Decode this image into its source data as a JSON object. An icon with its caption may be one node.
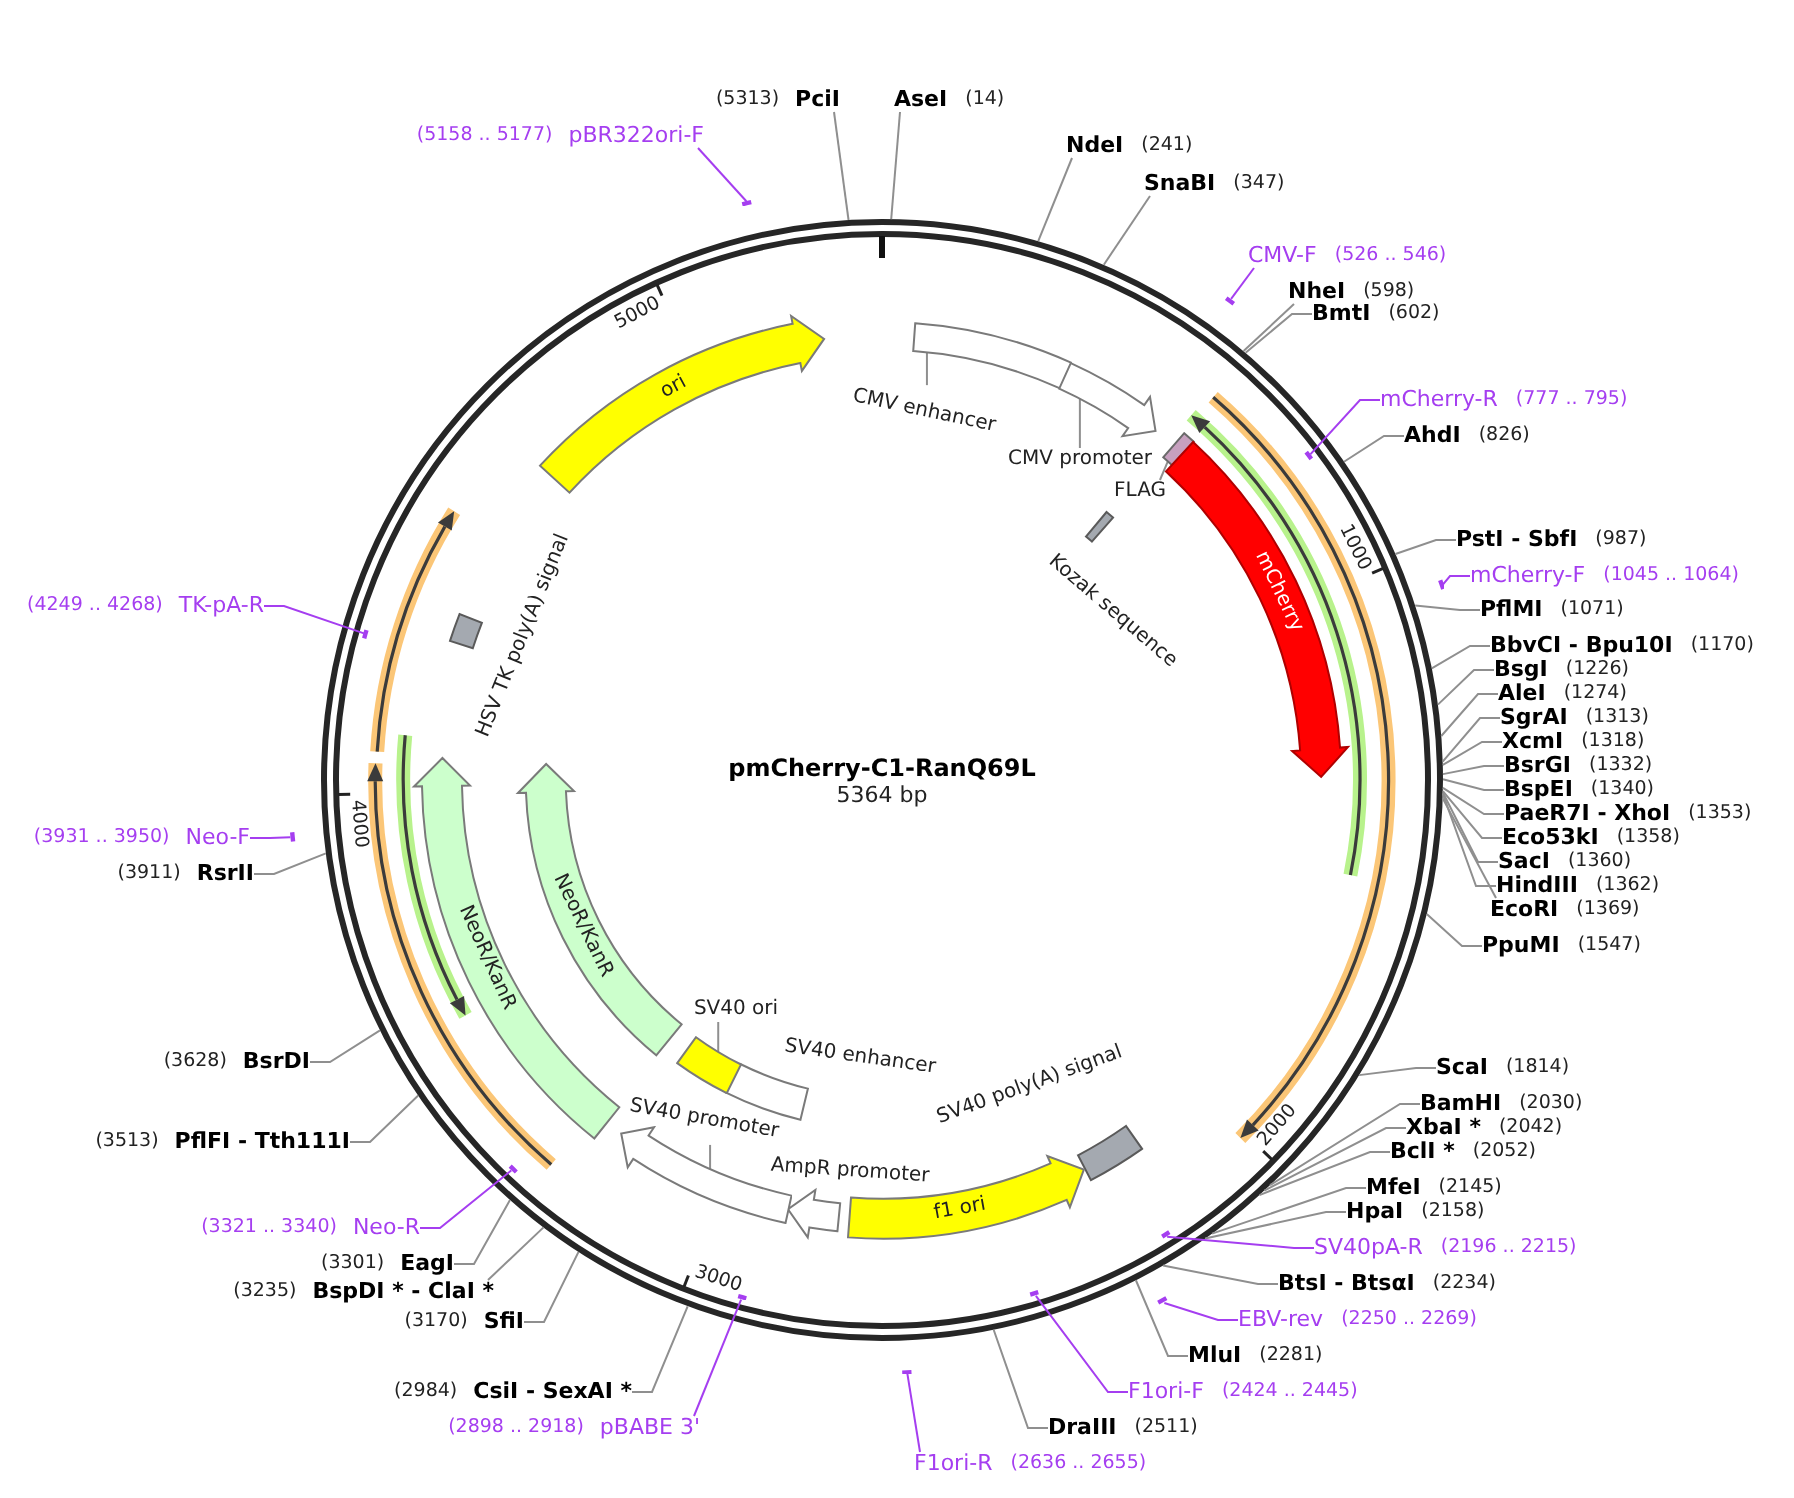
{
  "diagram": {
    "title": "pmCherry-C1-RanQ69L",
    "nodes": [
      {
        "text": [
          "(5313)",
          "PciI"
        ]
      },
      {
        "text": [
          "AseI",
          "(14)"
        ]
      },
      {
        "text": [
          "NdeI",
          "(241)"
        ]
      },
      {
        "text": [
          "SnaBI",
          "(347)"
        ]
      },
      {
        "text": [
          "CMV-F",
          "(526 .. 546)"
        ]
      },
      {
        "text": [],
        "shape": "bar"
      },
      {
        "text": [
          "NheI",
          "(598)"
        ]
      },
      {
        "text": [
          "BmtI",
          "(602)"
        ]
      },
      {
        "text": [
          "mCherry-R",
          "(777 .. 795)"
        ]
      },
      {
        "text": [],
        "shape": "bar"
      },
      {
        "text": [
          "AhdI",
          "(826)"
        ]
      },
      {
        "text": [
          "PstI - SbfI",
          "(987)"
        ]
      },
      {
        "text": [
          "mCherry-F",
          "(1045 .. 1064)"
        ]
      },
      {
        "text": [],
        "shape": "bar"
      },
      {
        "text": [
          "PflMI",
          "(1071)"
        ]
      },
      {
        "text": [
          "BbvCI - Bpu10I",
          "(1170)"
        ]
      },
      {
        "text": [
          "BsgI",
          "(1226)"
        ]
      },
      {
        "text": [
          "AleI",
          "(1274)"
        ]
      },
      {
        "text": [
          "SgrAI",
          "(1313)"
        ]
      },
      {
        "text": [
          "XcmI",
          "(1318)"
        ]
      },
      {
        "text": [
          "BsrGI",
          "(1332)"
        ]
      },
      {
        "text": [
          "BspEI",
          "(1340)"
        ]
      },
      {
        "text": [
          "PaeR7I - XhoI",
          "(1353)"
        ]
      },
      {
        "text": [
          "Eco53kI",
          "(1358)"
        ]
      },
      {
        "text": [
          "SacI",
          "(1360)"
        ]
      },
      {
        "text": [
          "HindIII",
          "(1362)"
        ]
      },
      {
        "text": [
          "EcoRI",
          "(1369)"
        ]
      },
      {
        "text": [
          "PpuMI",
          "(1547)"
        ]
      },
      {
        "text": [
          "ScaI",
          "(1814)"
        ]
      },
      {
        "text": [
          "BamHI",
          "(2030)"
        ]
      },
      {
        "text": [
          "XbaI *",
          "(2042)"
        ]
      },
      {
        "text": [
          "BclI *",
          "(2052)"
        ]
      },
      {
        "text": [
          "MfeI",
          "(2145)"
        ]
      },
      {
        "text": [
          "HpaI",
          "(2158)"
        ]
      },
      {
        "text": [
          "SV40pA-R",
          "(2196 .. 2215)"
        ]
      },
      {
        "text": [],
        "shape": "bar"
      },
      {
        "text": [
          "BtsI - BtsαI",
          "(2234)"
        ]
      },
      {
        "text": [
          "EBV-rev",
          "(2250 .. 2269)"
        ]
      },
      {
        "text": [],
        "shape": "bar"
      },
      {
        "text": [
          "MluI",
          "(2281)"
        ]
      },
      {
        "text": [
          "F1ori-F",
          "(2424 .. 2445)"
        ]
      },
      {
        "text": [],
        "shape": "bar"
      },
      {
        "text": [
          "DraIII",
          "(2511)"
        ]
      },
      {
        "text": [
          "F1ori-R",
          "(2636 .. 2655)"
        ]
      },
      {
        "text": [],
        "shape": "bar"
      },
      {
        "text": [
          "(2898 .. 2918)",
          "pBABE 3'"
        ]
      },
      {
        "text": [],
        "shape": "bar"
      },
      {
        "text": [
          "(2984)",
          "CsiI - SexAI *"
        ]
      },
      {
        "text": [
          "(3170)",
          "SfiI"
        ]
      },
      {
        "text": [
          "(3235)",
          "BspDI * - ClaI *"
        ]
      },
      {
        "text": [
          "(3301)",
          "EagI"
        ]
      },
      {
        "text": [
          "(3321 .. 3340)",
          "Neo-R"
        ]
      },
      {
        "text": [],
        "shape": "bar"
      },
      {
        "text": [
          "(3513)",
          "PflFI - Tth111I"
        ]
      },
      {
        "text": [
          "(3628)",
          "BsrDI"
        ]
      },
      {
        "text": [
          "(3911)",
          "RsrII"
        ]
      },
      {
        "text": [
          "(3931 .. 3950)",
          "Neo-F"
        ]
      },
      {
        "text": [],
        "shape": "bar"
      },
      {
        "text": [
          "(4249 .. 4268)",
          "TK-pA-R"
        ]
      },
      {
        "text": [],
        "shape": "bar"
      },
      {
        "text": [
          "(5158 .. 5177)",
          "pBR322ori-F"
        ]
      },
      {
        "text": [],
        "shape": "bar"
      },
      {
        "text": [
          "CMV enhancer"
        ]
      },
      {
        "text": [],
        "shape": "box"
      },
      {
        "text": [
          "CMV promoter"
        ]
      },
      {
        "text": [],
        "shape": "arrow"
      },
      {
        "text": [
          "FLAG"
        ]
      },
      {
        "text": [],
        "shape": "box"
      },
      {
        "text": [
          "Kozak sequence"
        ]
      },
      {
        "text": [
          "mCherry"
        ]
      },
      {
        "text": [
          "SV40 poly(A) signal"
        ]
      },
      {
        "text": [
          "f1 ori"
        ]
      },
      {
        "text": [
          "AmpR promoter"
        ]
      },
      {
        "text": [
          "SV40 promoter"
        ]
      },
      {
        "text": [],
        "shape": "arrow"
      },
      {
        "text": [
          "SV40 enhancer"
        ]
      },
      {
        "text": [
          "SV40 ori"
        ]
      },
      {
        "text": [],
        "shape": "box"
      },
      {
        "text": [
          "NeoR/KanR"
        ]
      },
      {
        "text": [
          "NeoR/KanR"
        ]
      },
      {
        "text": [
          "HSV TK poly(A) signal"
        ]
      },
      {
        "text": [
          "ori"
        ]
      }
    ],
    "edges": [
      {
        "from": 0,
        "to": null,
        "arrow": "none"
      },
      {
        "from": 1,
        "to": null,
        "arrow": "none"
      },
      {
        "from": 2,
        "to": null,
        "arrow": "none"
      },
      {
        "from": 3,
        "to": null,
        "arrow": "none"
      },
      {
        "from": 4,
        "to": 5,
        "arrow": "none",
        "color": "#a53ef0"
      },
      {
        "from": 6,
        "to": null,
        "arrow": "none"
      },
      {
        "from": 7,
        "to": null,
        "arrow": "none"
      },
      {
        "from": 8,
        "to": 9,
        "arrow": "none",
        "color": "#a53ef0"
      },
      {
        "from": 10,
        "to": null,
        "arrow": "none"
      },
      {
        "from": 11,
        "to": null,
        "arrow": "none"
      },
      {
        "from": 12,
        "to": 13,
        "arrow": "none",
        "color": "#a53ef0"
      },
      {
        "from": 14,
        "to": null,
        "arrow": "none"
      },
      {
        "from": 15,
        "to": null,
        "arrow": "none"
      },
      {
        "from": 16,
        "to": null,
        "arrow": "none"
      },
      {
        "from": 17,
        "to": null,
        "arrow": "none"
      },
      {
        "from": 18,
        "to": null,
        "arrow": "none"
      },
      {
        "from": 19,
        "to": null,
        "arrow": "none"
      },
      {
        "from": 20,
        "to": null,
        "arrow": "none"
      },
      {
        "from": 21,
        "to": null,
        "arrow": "none"
      },
      {
        "from": 22,
        "to": null,
        "arrow": "none"
      },
      {
        "from": 23,
        "to": null,
        "arrow": "none"
      },
      {
        "from": 24,
        "to": null,
        "arrow": "none"
      },
      {
        "from": 25,
        "to": null,
        "arrow": "none"
      },
      {
        "from": 26,
        "to": null,
        "arrow": "none"
      },
      {
        "from": 27,
        "to": null,
        "arrow": "none"
      },
      {
        "from": 28,
        "to": null,
        "arrow": "none"
      },
      {
        "from": 29,
        "to": null,
        "arrow": "none"
      },
      {
        "from": 30,
        "to": null,
        "arrow": "none"
      },
      {
        "from": 31,
        "to": null,
        "arrow": "none"
      },
      {
        "from": 32,
        "to": null,
        "arrow": "none"
      },
      {
        "from": 33,
        "to": null,
        "arrow": "none"
      },
      {
        "from": 34,
        "to": 35,
        "arrow": "none",
        "color": "#a53ef0"
      },
      {
        "from": 36,
        "to": null,
        "arrow": "none"
      },
      {
        "from": 37,
        "to": 38,
        "arrow": "none",
        "color": "#a53ef0"
      },
      {
        "from": 39,
        "to": null,
        "arrow": "none"
      },
      {
        "from": 40,
        "to": 41,
        "arrow": "none",
        "color": "#a53ef0"
      },
      {
        "from": 42,
        "to": null,
        "arrow": "none"
      },
      {
        "from": 43,
        "to": 44,
        "arrow": "none",
        "color": "#a53ef0"
      },
      {
        "from": 45,
        "to": 46,
        "arrow": "none",
        "color": "#a53ef0"
      },
      {
        "from": 47,
        "to": null,
        "arrow": "none"
      },
      {
        "from": 48,
        "to": null,
        "arrow": "none"
      },
      {
        "from": 49,
        "to": null,
        "arrow": "none"
      },
      {
        "from": 50,
        "to": null,
        "arrow": "none"
      },
      {
        "from": 51,
        "to": 52,
        "arrow": "none",
        "color": "#a53ef0"
      },
      {
        "from": 53,
        "to": null,
        "arrow": "none"
      },
      {
        "from": 54,
        "to": null,
        "arrow": "none"
      },
      {
        "from": 55,
        "to": null,
        "arrow": "none"
      },
      {
        "from": 56,
        "to": 57,
        "arrow": "none",
        "color": "#a53ef0"
      },
      {
        "from": 58,
        "to": 59,
        "arrow": "none",
        "color": "#a53ef0"
      },
      {
        "from": 60,
        "to": 61,
        "arrow": "none",
        "color": "#a53ef0"
      },
      {
        "from": 62,
        "to": 63,
        "arrow": "none"
      },
      {
        "from": 64,
        "to": 65,
        "arrow": "none"
      },
      {
        "from": 66,
        "to": 67,
        "arrow": "none"
      },
      {
        "from": 73,
        "to": 74,
        "arrow": "none"
      },
      {
        "from": 76,
        "to": 77,
        "arrow": "none"
      }
    ],
    "labels": [
      "5000",
      "1000",
      "5364 bp",
      "4000",
      "2000",
      "3000"
    ]
  }
}
